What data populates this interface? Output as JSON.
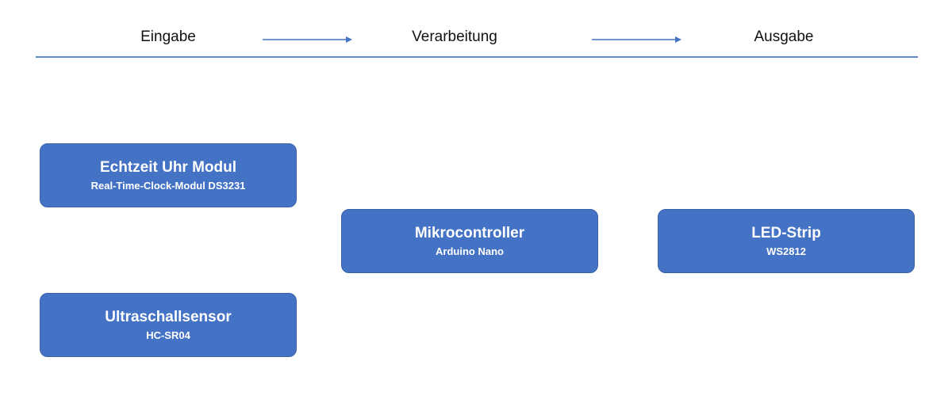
{
  "header": {
    "columns": [
      {
        "label": "Eingabe"
      },
      {
        "label": "Verarbeitung"
      },
      {
        "label": "Ausgabe"
      }
    ]
  },
  "boxes": [
    {
      "id": "rtc",
      "title": "Echtzeit Uhr Modul",
      "subtitle": "Real-Time-Clock-Modul DS3231"
    },
    {
      "id": "mcu",
      "title": "Mikrocontroller",
      "subtitle": "Arduino Nano"
    },
    {
      "id": "led",
      "title": "LED-Strip",
      "subtitle": "WS2812"
    },
    {
      "id": "ultrasonic",
      "title": "Ultraschallsensor",
      "subtitle": "HC-SR04"
    }
  ],
  "icons": [
    {
      "name": "right-arrow-icon",
      "meaning": "flow from Eingabe to Verarbeitung"
    },
    {
      "name": "right-arrow-icon",
      "meaning": "flow from Verarbeitung to Ausgabe"
    }
  ],
  "colors": {
    "box_fill": "#4472C4",
    "box_border": "#3A62A8",
    "box_text": "#FFFFFF",
    "arrow": "#4472C4",
    "divider": "#4472C4",
    "header_text": "#111111",
    "background": "#FFFFFF"
  }
}
